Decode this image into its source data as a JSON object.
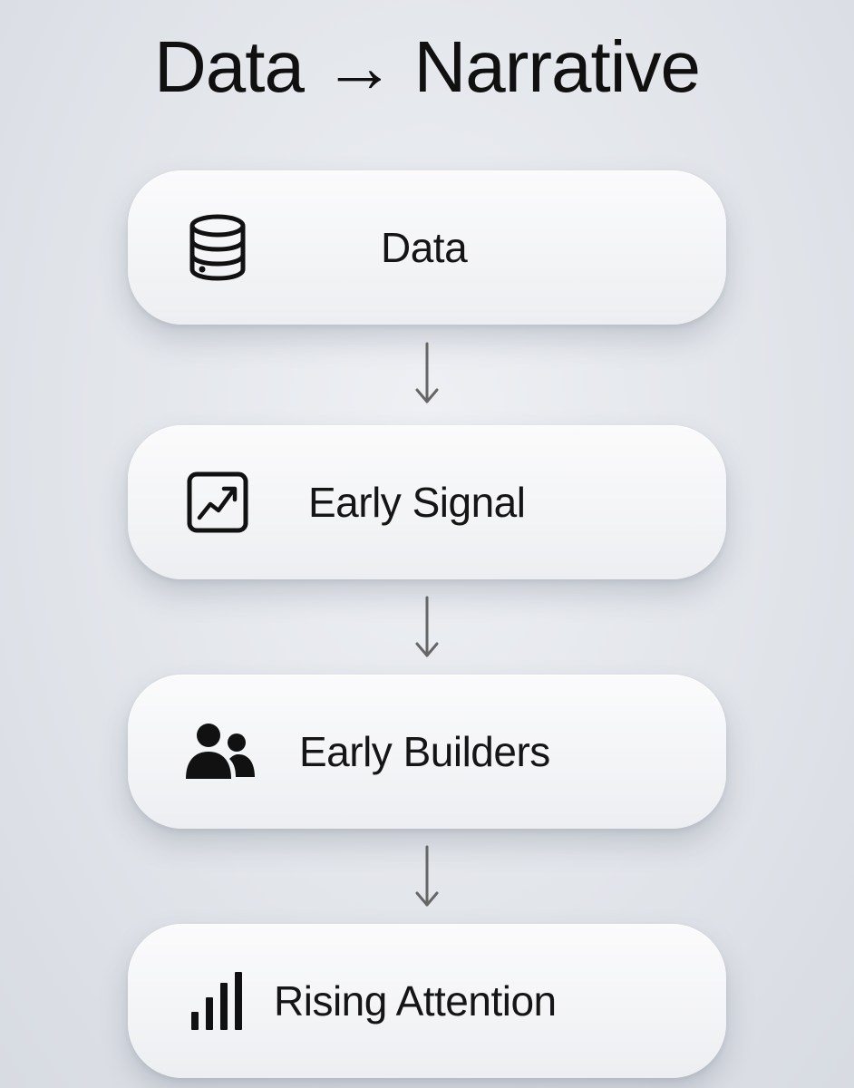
{
  "title": "Data → Narrative",
  "steps": [
    {
      "label": "Data",
      "icon": "database-icon"
    },
    {
      "label": "Early Signal",
      "icon": "trend-chart-icon"
    },
    {
      "label": "Early Builders",
      "icon": "users-icon"
    },
    {
      "label": "Rising Attention",
      "icon": "bar-chart-icon"
    }
  ],
  "colors": {
    "background": "#e2e5ea",
    "card": "#f5f6f8",
    "text": "#111111",
    "arrow": "#666666"
  }
}
